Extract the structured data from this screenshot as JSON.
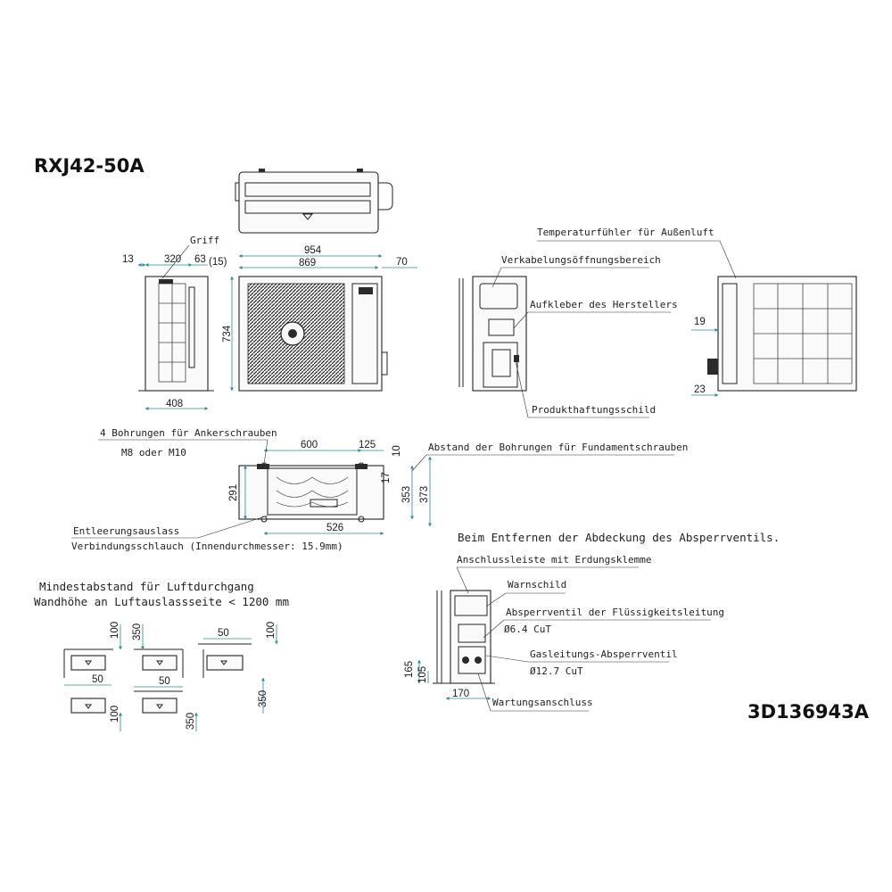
{
  "model": "RXJ42-50A",
  "drawing_no": "3D136943A",
  "labels": {
    "griff": "Griff",
    "temp_sensor": "Temperaturfühler für Außenluft",
    "wiring_area": "Verkabelungsöffnungsbereich",
    "mfr_sticker": "Aufkleber des Herstellers",
    "liability_label": "Produkthaftungsschild",
    "anchor_holes": "4 Bohrungen für Ankerschrauben",
    "bolt_size": "M8 oder M10",
    "bolt_spacing": "Abstand der Bohrungen für Fundamentschrauben",
    "drain_outlet": "Entleerungsauslass",
    "hose": "Verbindungsschlauch (Innendurchmesser: 15.9mm)",
    "cover_removed": "Beim Entfernen der Abdeckung des Absperrventils.",
    "terminal": "Anschlussleiste mit Erdungsklemme",
    "warning": "Warnschild",
    "liquid_valve": "Absperrventil der Flüssigkeitsleitung",
    "liquid_size": "Ø6.4 CuT",
    "gas_valve": "Gasleitungs-Absperrventil",
    "gas_size": "Ø12.7 CuT",
    "service_port": "Wartungsanschluss",
    "clearance_title": "Mindestabstand für Luftdurchgang",
    "wall_height": "Wandhöhe an Luftauslassseite < 1200 mm"
  },
  "dimensions": {
    "d13": "13",
    "d320": "320",
    "d63": "63",
    "d15": "(15)",
    "d954": "954",
    "d869": "869",
    "d70": "70",
    "d734": "734",
    "d408": "408",
    "d19": "19",
    "d23": "23",
    "d600": "600",
    "d125": "125",
    "d10": "10",
    "d17": "17",
    "d291": "291",
    "d353": "353",
    "d373": "373",
    "d526": "526",
    "d165": "165",
    "d105": "105",
    "d170": "170",
    "c100a": "100",
    "c350a": "350",
    "c50a": "50",
    "c100b": "100",
    "c50b": "50",
    "c50c": "50",
    "c100c": "100",
    "c350b": "350",
    "c350c": "350"
  },
  "colors": {
    "dimension": "#2a8c8c",
    "outline": "#222222"
  }
}
